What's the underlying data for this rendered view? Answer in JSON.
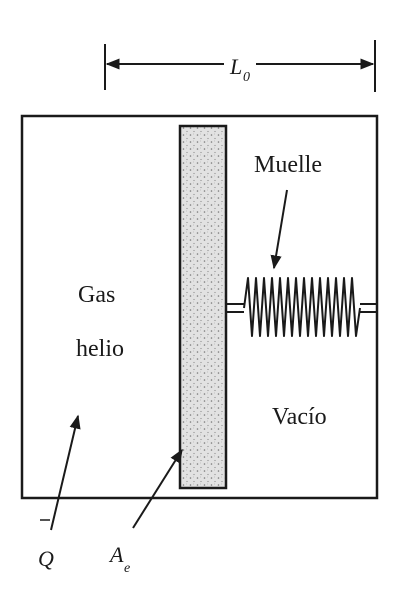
{
  "labels": {
    "length": "L",
    "length_sub": "0",
    "spring": "Muelle",
    "gas_line1": "Gas",
    "gas_line2": "helio",
    "vacuum": "Vacío",
    "heat": "Q",
    "area": "A",
    "area_sub": "e"
  },
  "colors": {
    "ink": "#1a1a1a",
    "piston_fill": "#d9d9d9",
    "background": "#ffffff"
  }
}
